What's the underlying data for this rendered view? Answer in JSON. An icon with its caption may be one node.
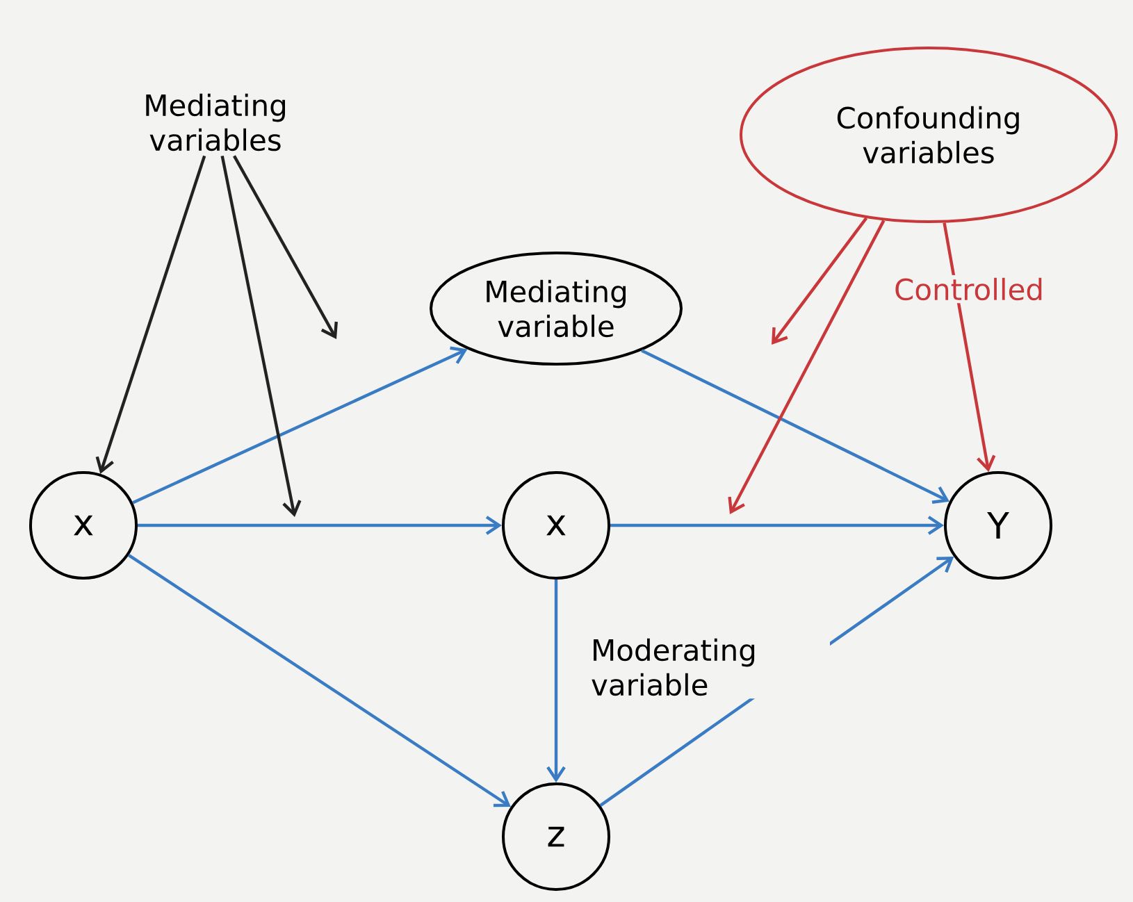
{
  "diagram": {
    "nodes": [
      {
        "text": [
          "Mediating variables"
        ]
      },
      {
        "text": [
          "Confounding variables"
        ]
      },
      {
        "text": [
          "Mediating variable"
        ]
      },
      {
        "text": [
          "x"
        ]
      },
      {
        "text": [
          "x"
        ]
      },
      {
        "text": [
          "Y"
        ]
      },
      {
        "text": [
          "z"
        ]
      }
    ],
    "edges": [
      {
        "from": 3,
        "to": 2,
        "arrow": "to"
      },
      {
        "from": 3,
        "to": 4,
        "arrow": "to"
      },
      {
        "from": 3,
        "to": 6,
        "arrow": "to"
      },
      {
        "from": 2,
        "to": 5,
        "arrow": "to"
      },
      {
        "from": 4,
        "to": 5,
        "arrow": "to"
      },
      {
        "from": 4,
        "to": 6,
        "arrow": "to",
        "label": "Moderating variable"
      },
      {
        "from": 6,
        "to": 5,
        "arrow": "to"
      },
      {
        "from": 0,
        "to": 3,
        "arrow": "to",
        "color": "#222222"
      },
      {
        "from": 0,
        "to": null,
        "arrow": "to",
        "color": "#222222"
      },
      {
        "from": 0,
        "to": null,
        "arrow": "to",
        "color": "#222222"
      },
      {
        "from": 1,
        "to": null,
        "arrow": "to",
        "color": "#c8383a"
      },
      {
        "from": 1,
        "to": null,
        "arrow": "to",
        "color": "#c8383a"
      },
      {
        "from": 1,
        "to": 5,
        "arrow": "to",
        "color": "#c8383a",
        "label": "Controlled"
      }
    ]
  }
}
